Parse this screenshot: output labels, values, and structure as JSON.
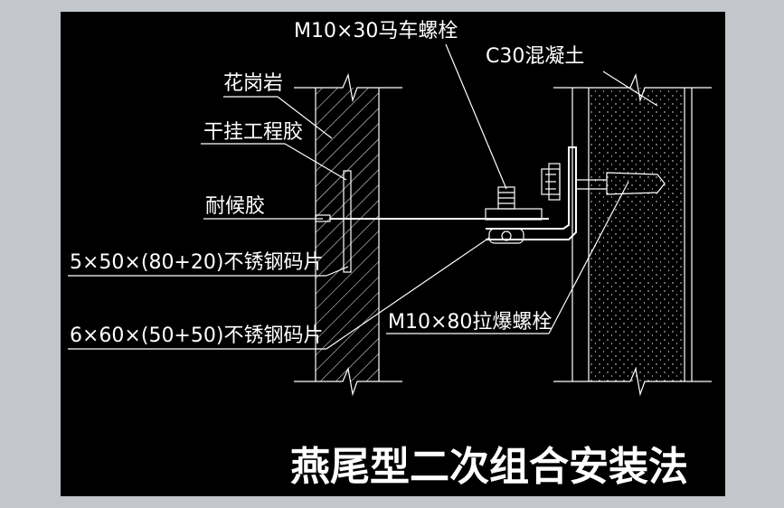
{
  "labels": {
    "granite": "花岗岩",
    "adhesive": "干挂工程胶",
    "sealant": "耐候胶",
    "clip_5x50": "5×50×(80+20)不锈钢码片",
    "clip_6x60": "6×60×(50+50)不锈钢码片",
    "carriage_bolt": "M10×30马车螺栓",
    "concrete": "C30混凝土",
    "expansion_bolt": "M10×80拉爆螺栓"
  },
  "title": "燕尾型二次组合安装法",
  "colors": {
    "background": "#000000",
    "frame": "#c3c7cc",
    "lines": "#ffffff"
  }
}
